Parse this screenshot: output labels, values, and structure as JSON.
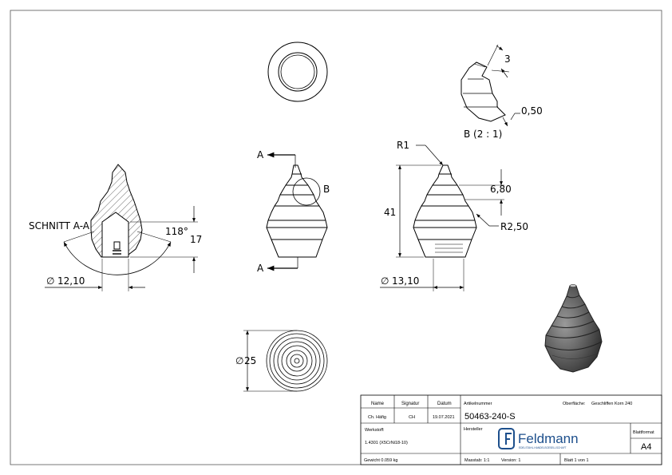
{
  "section_view": {
    "label": "SCHNITT A-A",
    "angle": "118°",
    "depth": "17",
    "diameter": "12,10",
    "diameter_symbol": "∅"
  },
  "front_view": {
    "section_marker_top": "A",
    "section_marker_bottom": "A",
    "detail_marker": "B"
  },
  "dim_view": {
    "radius_tip": "R1",
    "step_height": "6,80",
    "height": "41",
    "radius_edge": "R2,50",
    "diameter": "13,10",
    "diameter_symbol": "∅"
  },
  "detail_view": {
    "width": "3",
    "depth": "0,50",
    "label": "B (2 : 1)"
  },
  "bottom_view": {
    "diameter": "25",
    "diameter_symbol": "∅"
  },
  "title_block": {
    "col_name": "Name",
    "col_signature": "Signatur",
    "col_date": "Datum",
    "name": "Ch. Häfig",
    "signature": "CH",
    "date": "19.07.2021",
    "article_label": "Artikelnummer",
    "surface_label": "Oberfläche:",
    "surface_value": "Geschliffen Korn 240",
    "article_number": "50463-240-S",
    "manufacturer_label": "Hersteller",
    "material_label": "Werkstoff:",
    "material_value": "1.4301 (X5CrNi18-10)",
    "brand": "Feldmann",
    "brand_tagline": "EDELSTAHL-HANDELSGESELLSCHAFT",
    "format_label": "Blattformat",
    "format_value": "A4",
    "weight": "Gewicht 0.059 kg",
    "scale": "Masstab: 1:1",
    "version": "Version: 1",
    "sheet": "Blatt 1 von 1"
  }
}
